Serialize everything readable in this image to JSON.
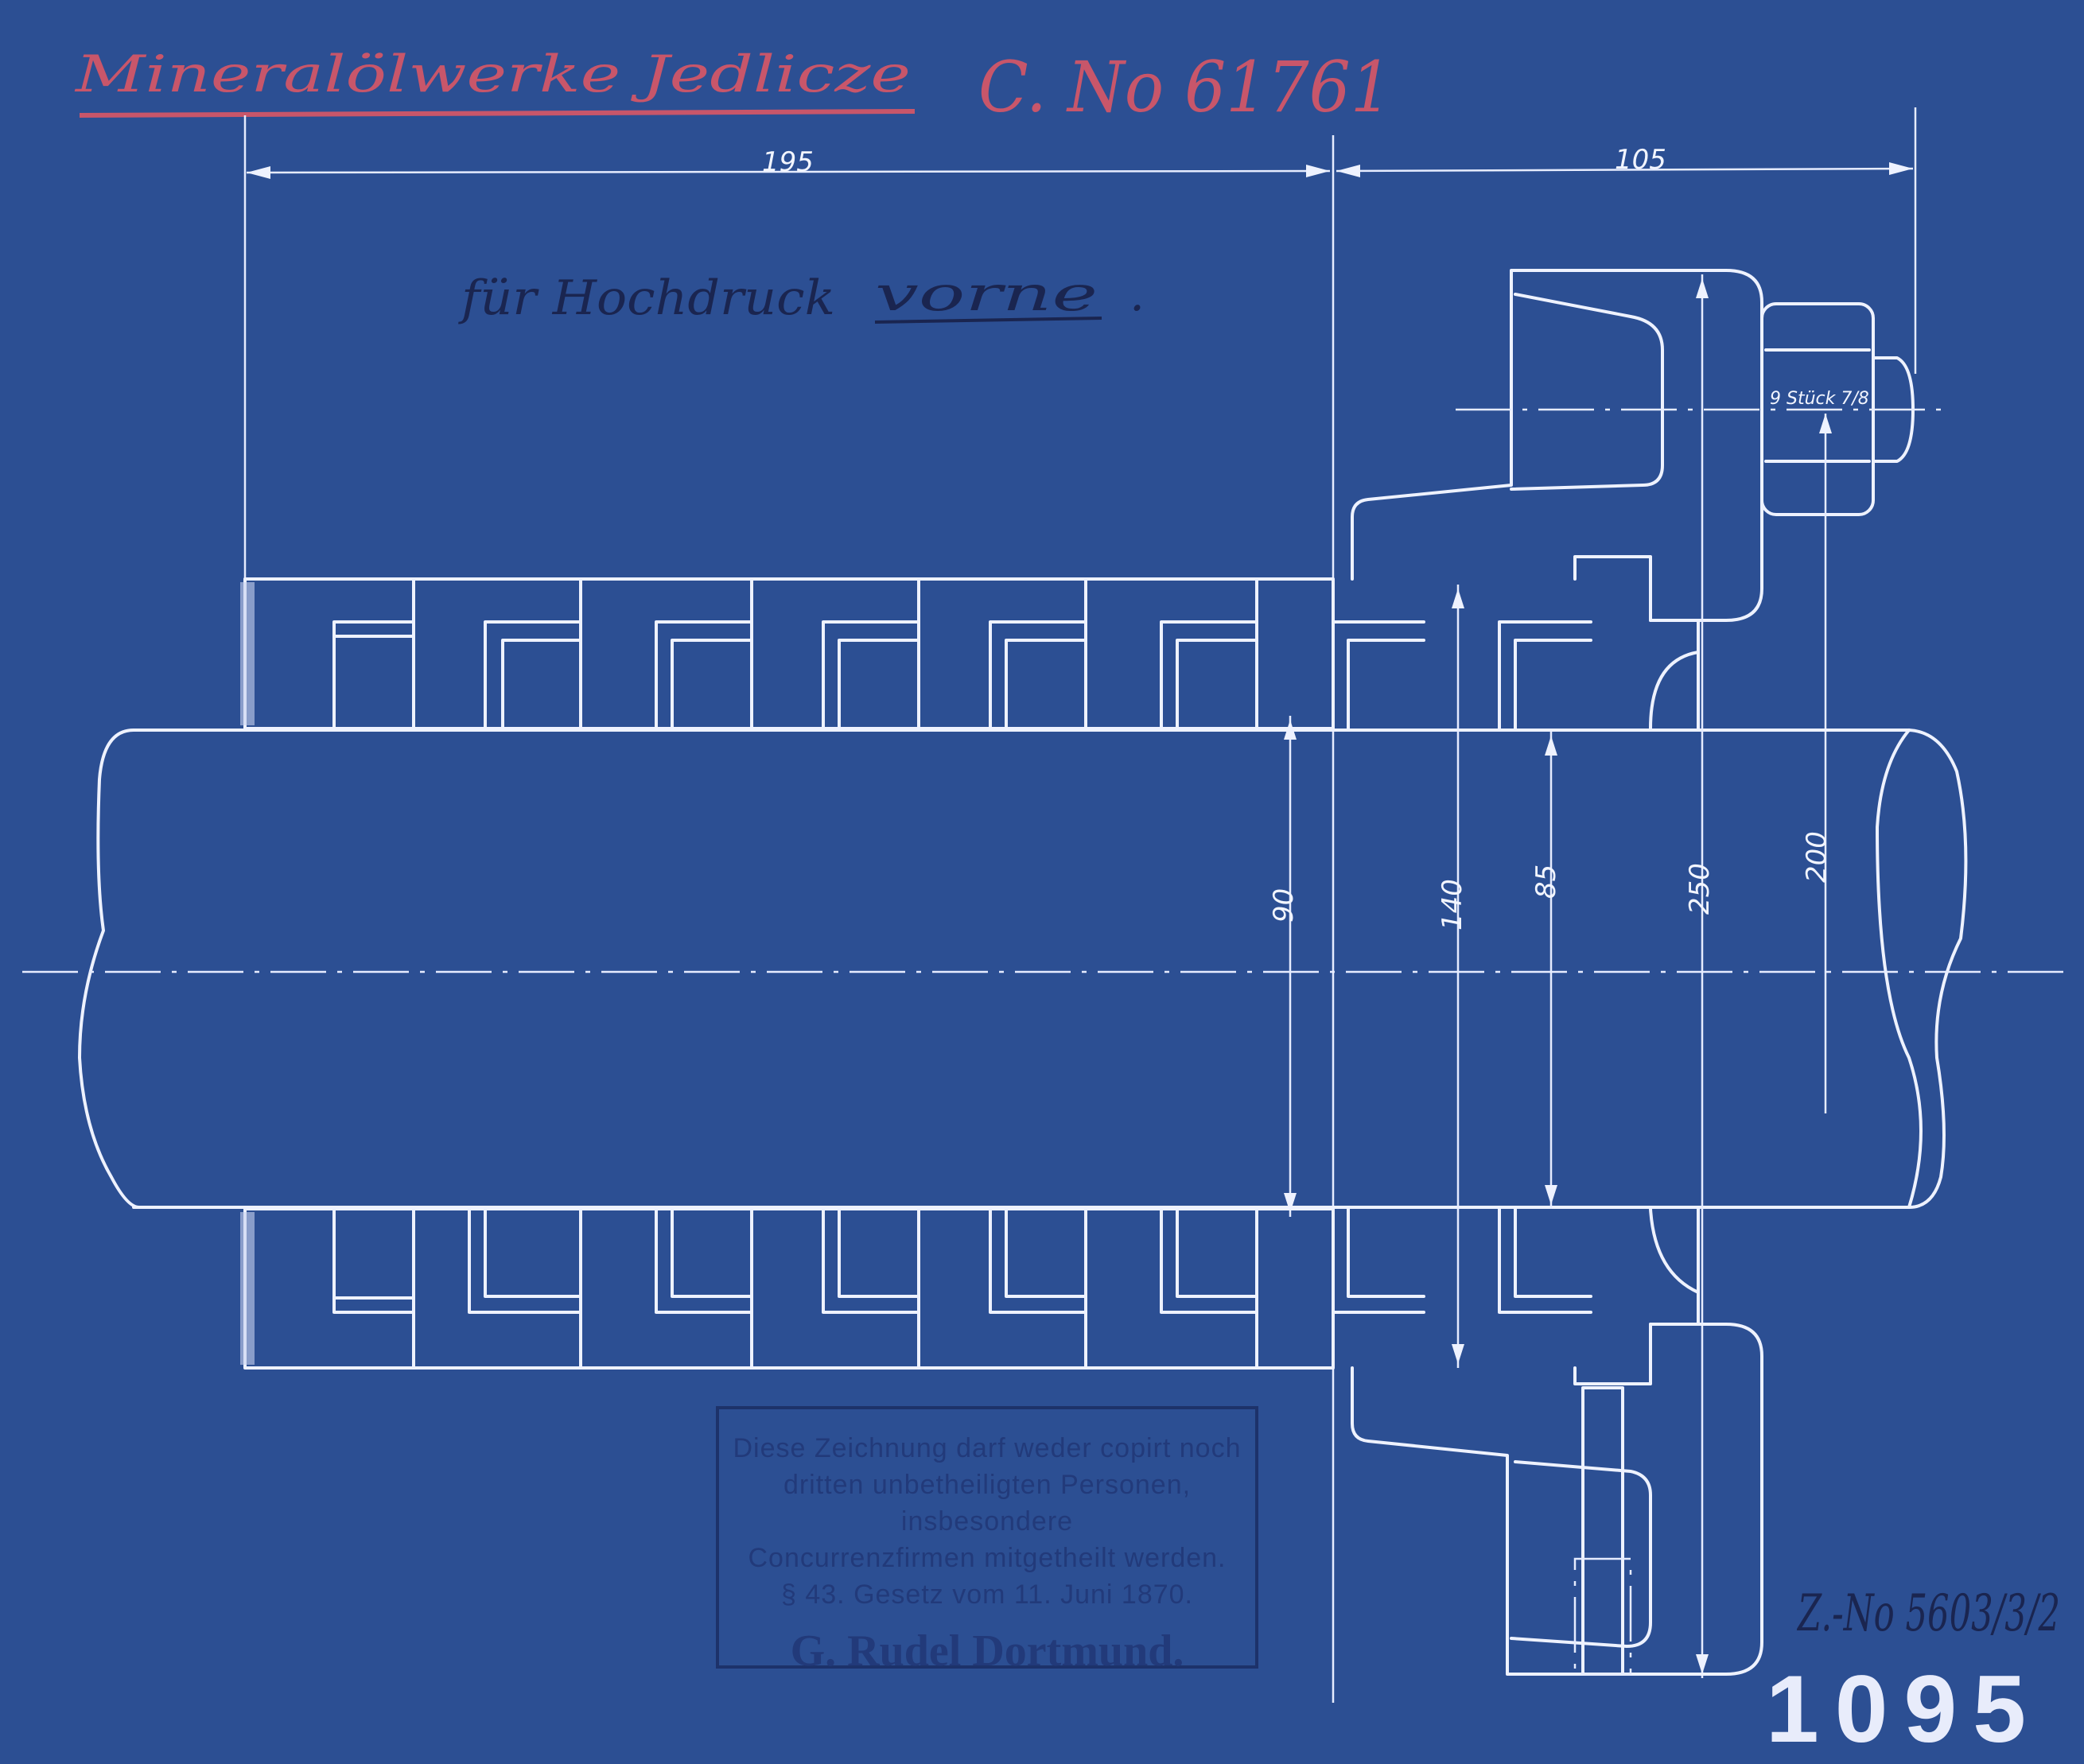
{
  "header": {
    "client": "Mineralölwerke Jedlicze",
    "order": "C. No 61761"
  },
  "note": {
    "text": "für Hochdruck",
    "emphasis": "vorne",
    "period": "."
  },
  "dimensions": {
    "top_left": "195",
    "top_right": "105",
    "d90": "90",
    "d140": "140",
    "d85": "85",
    "d250": "250",
    "d200": "200",
    "bolt": "9 Stück 7/8"
  },
  "stamp": {
    "line1": "Diese Zeichnung darf weder copirt noch",
    "line2": "dritten unbetheiligten Personen, insbesondere",
    "line3": "Concurrenzfirmen mitgetheilt werden.",
    "line4": "§ 43. Gesetz vom 11. Juni 1870.",
    "firm": "G. Rudel Dortmund."
  },
  "drawing_number": "Z.-No 5603/3/2",
  "sheet_number": "1095"
}
